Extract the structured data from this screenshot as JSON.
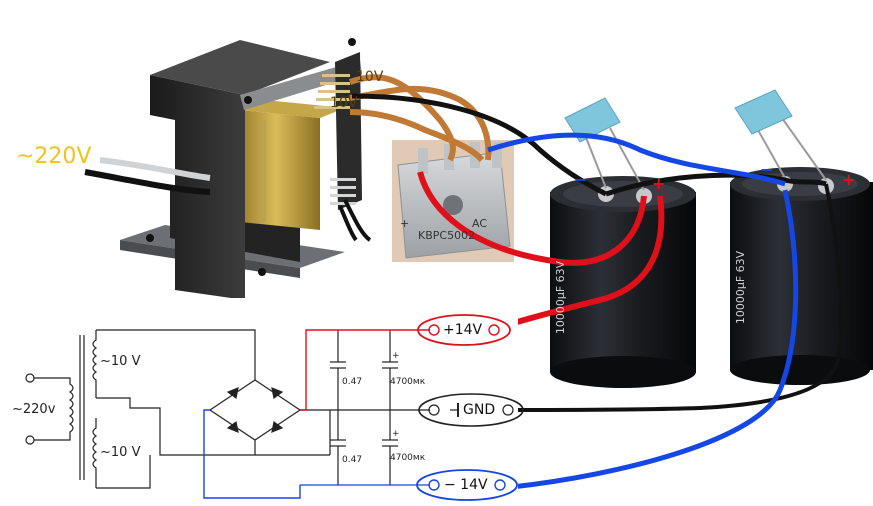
{
  "photo": {
    "mains_label": "~220V",
    "secondary_label_top": "10V",
    "secondary_label_bottom": "10V",
    "bridge_part_number": "KBPC5002",
    "bridge_marking_ac": "AC",
    "bridge_marking_plus": "+",
    "cap_left_marking": "10000µF 63V",
    "cap_right_marking": "10000µF 63V",
    "pol_minus": "−",
    "pol_plus": "+"
  },
  "schematic": {
    "input_label": "~220v",
    "winding_top_label": "~10 V",
    "winding_bottom_label": "~10 V",
    "cap_top_small": "0.47",
    "cap_top_large": "4700мк",
    "cap_bottom_small": "0.47",
    "cap_bottom_large": "4700мк",
    "cap_plus_top": "+",
    "cap_plus_bottom": "+",
    "out_pos_label": "+14V",
    "out_gnd_label": "GND",
    "out_neg_label": "− 14V"
  },
  "colors": {
    "positive_wire": "#e0101a",
    "negative_wire": "#1546e6",
    "ground_wire": "#111111",
    "secondary_wire": "#c07a35",
    "mains_label": "#f2c21a"
  }
}
